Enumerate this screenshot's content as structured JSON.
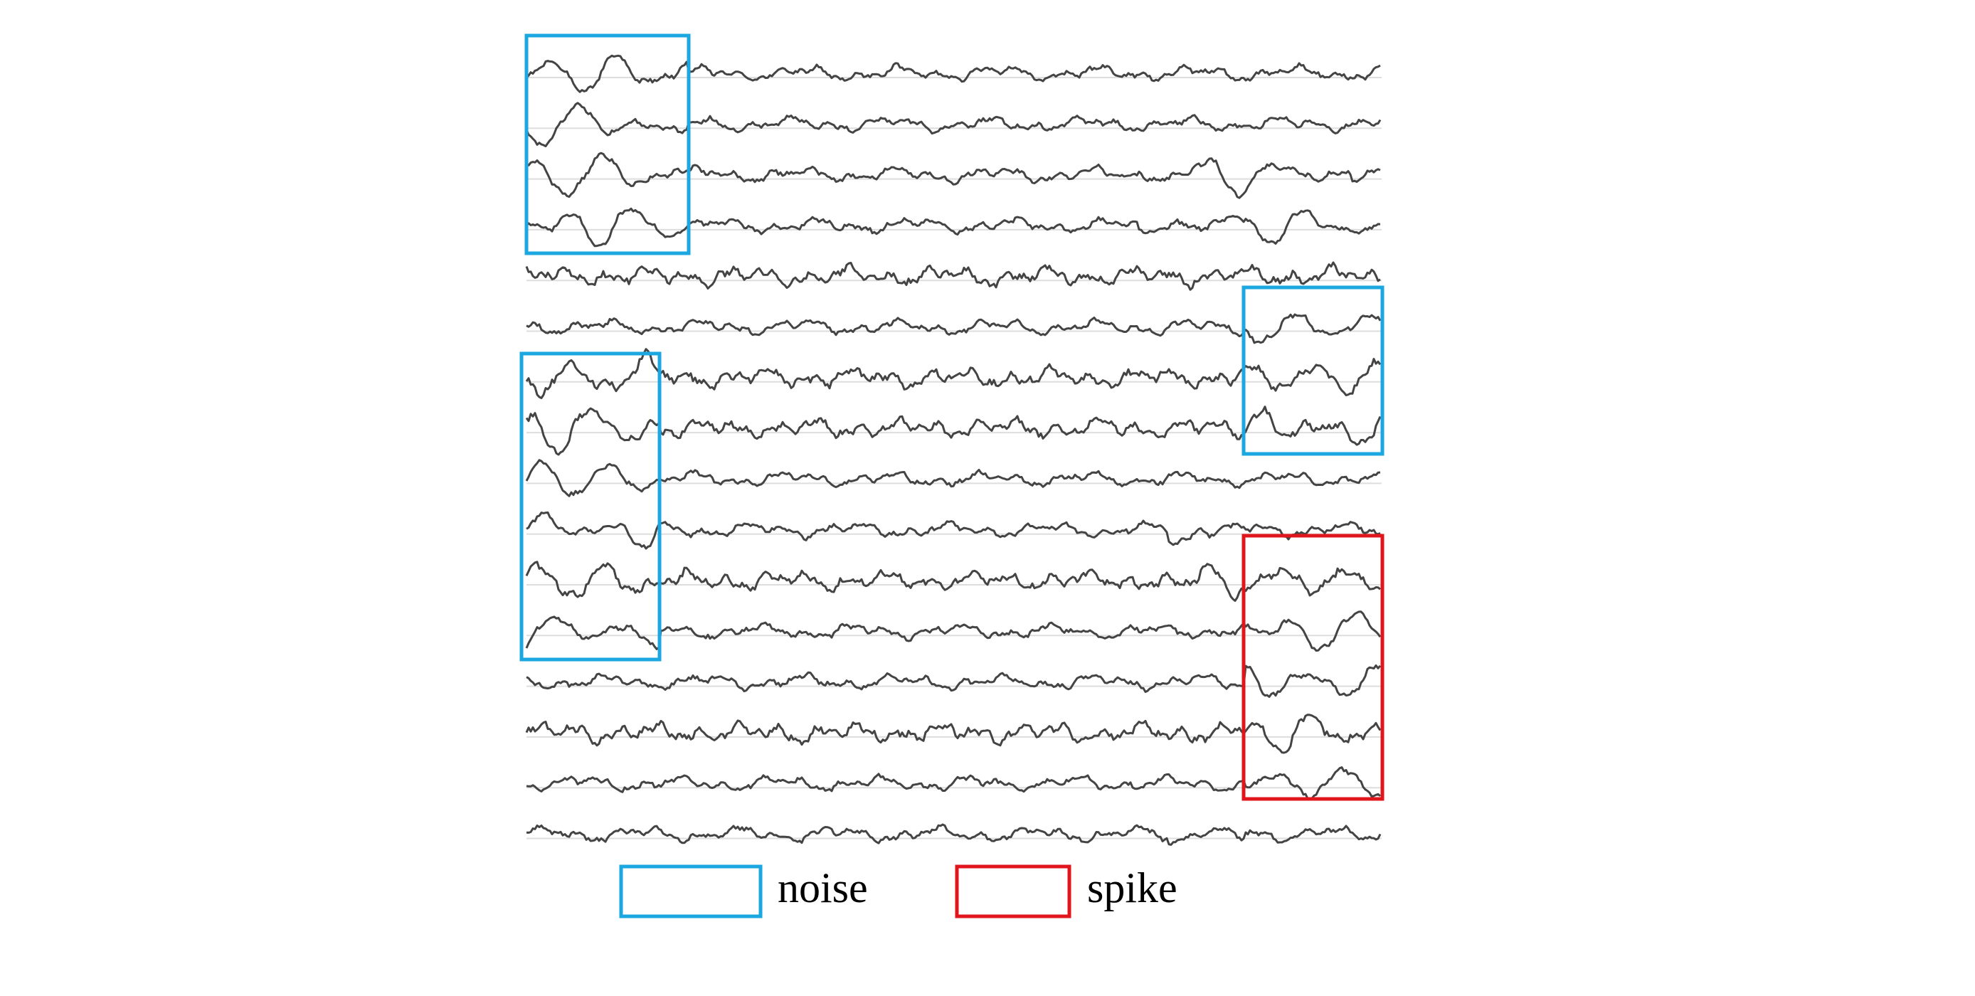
{
  "figure": {
    "channel_count": 16,
    "trace_color": "#444444",
    "baseline_color": "#dddddd"
  },
  "annotations": [
    {
      "type": "noise",
      "channels": [
        1,
        4
      ]
    },
    {
      "type": "noise",
      "channels": [
        7,
        12
      ]
    },
    {
      "type": "noise",
      "channels": [
        6,
        8
      ]
    },
    {
      "type": "spike",
      "channels": [
        11,
        15
      ]
    }
  ],
  "legend": {
    "noise": {
      "label": "noise",
      "color": "#1ba7df"
    },
    "spike": {
      "label": "spike",
      "color": "#e0161c"
    }
  }
}
